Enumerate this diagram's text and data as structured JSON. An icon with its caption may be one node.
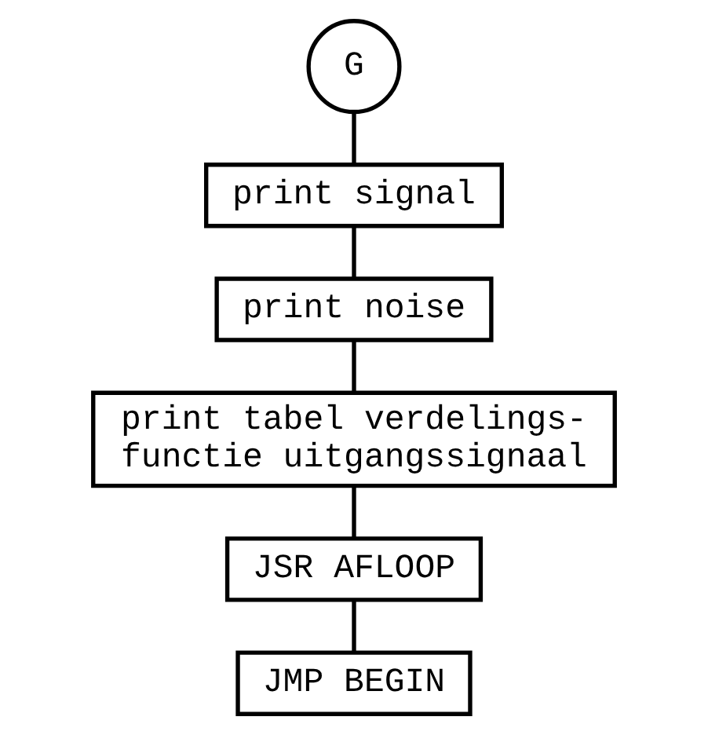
{
  "diagram": {
    "nodes": [
      {
        "text": [
          "G"
        ]
      },
      {
        "text": [
          "print signal"
        ]
      },
      {
        "text": [
          "print noise"
        ]
      },
      {
        "text": [
          "print tabel verdelings- functie uitgangssignaal"
        ]
      },
      {
        "text": [
          "JSR AFLOOP"
        ]
      },
      {
        "text": [
          "JMP BEGIN"
        ]
      }
    ],
    "edges": [
      {
        "from": 0,
        "to": 1,
        "arrow": "none"
      },
      {
        "from": 1,
        "to": 2,
        "arrow": "none"
      },
      {
        "from": 2,
        "to": 3,
        "arrow": "none"
      },
      {
        "from": 3,
        "to": 4,
        "arrow": "none"
      },
      {
        "from": 4,
        "to": 5,
        "arrow": "none"
      }
    ]
  }
}
